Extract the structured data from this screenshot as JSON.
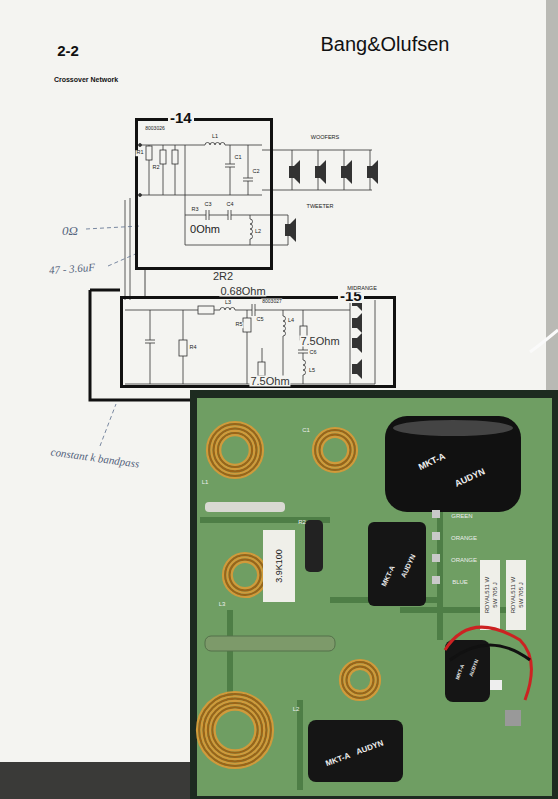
{
  "diagram": {
    "title": "Crossover Network",
    "nodes": [
      {
        "text": [
          "-14"
        ]
      },
      {
        "text": [
          "-15"
        ]
      }
    ],
    "edges": [
      {
        "from": 0,
        "to": 1,
        "arrow": "none"
      }
    ],
    "labels": [
      "2-2",
      "Bang&Olufsen",
      "WOOFERS",
      "TWEETER",
      "MIDRANGE",
      "8003026",
      "8003027",
      "R1",
      "R2",
      "L1",
      "C1",
      "C2",
      "R3",
      "C3",
      "C4",
      "L2",
      "L3",
      "C5",
      "L4",
      "R5",
      "R4",
      "C6",
      "L5",
      "0Ω",
      "47 - 3.6uF",
      "0Ohm",
      "2R2",
      "0.68Ohm",
      "7.5Ohm",
      "7.5Ohm",
      "constant k bandpass",
      "C1",
      "L1",
      "R2",
      "L3",
      "L2",
      "3.9K100",
      "MKT-A",
      "AUDYN",
      "MKT-A",
      "AUDYN",
      "MKT-A",
      "AUDYN",
      "MKT-A",
      "AUDYN",
      "GREEN",
      "ORANGE",
      "ORANGE",
      "BLUE",
      "RDYAL511 W",
      "5W 705 J",
      "RDYAL511 W",
      "5W 705 J"
    ]
  }
}
